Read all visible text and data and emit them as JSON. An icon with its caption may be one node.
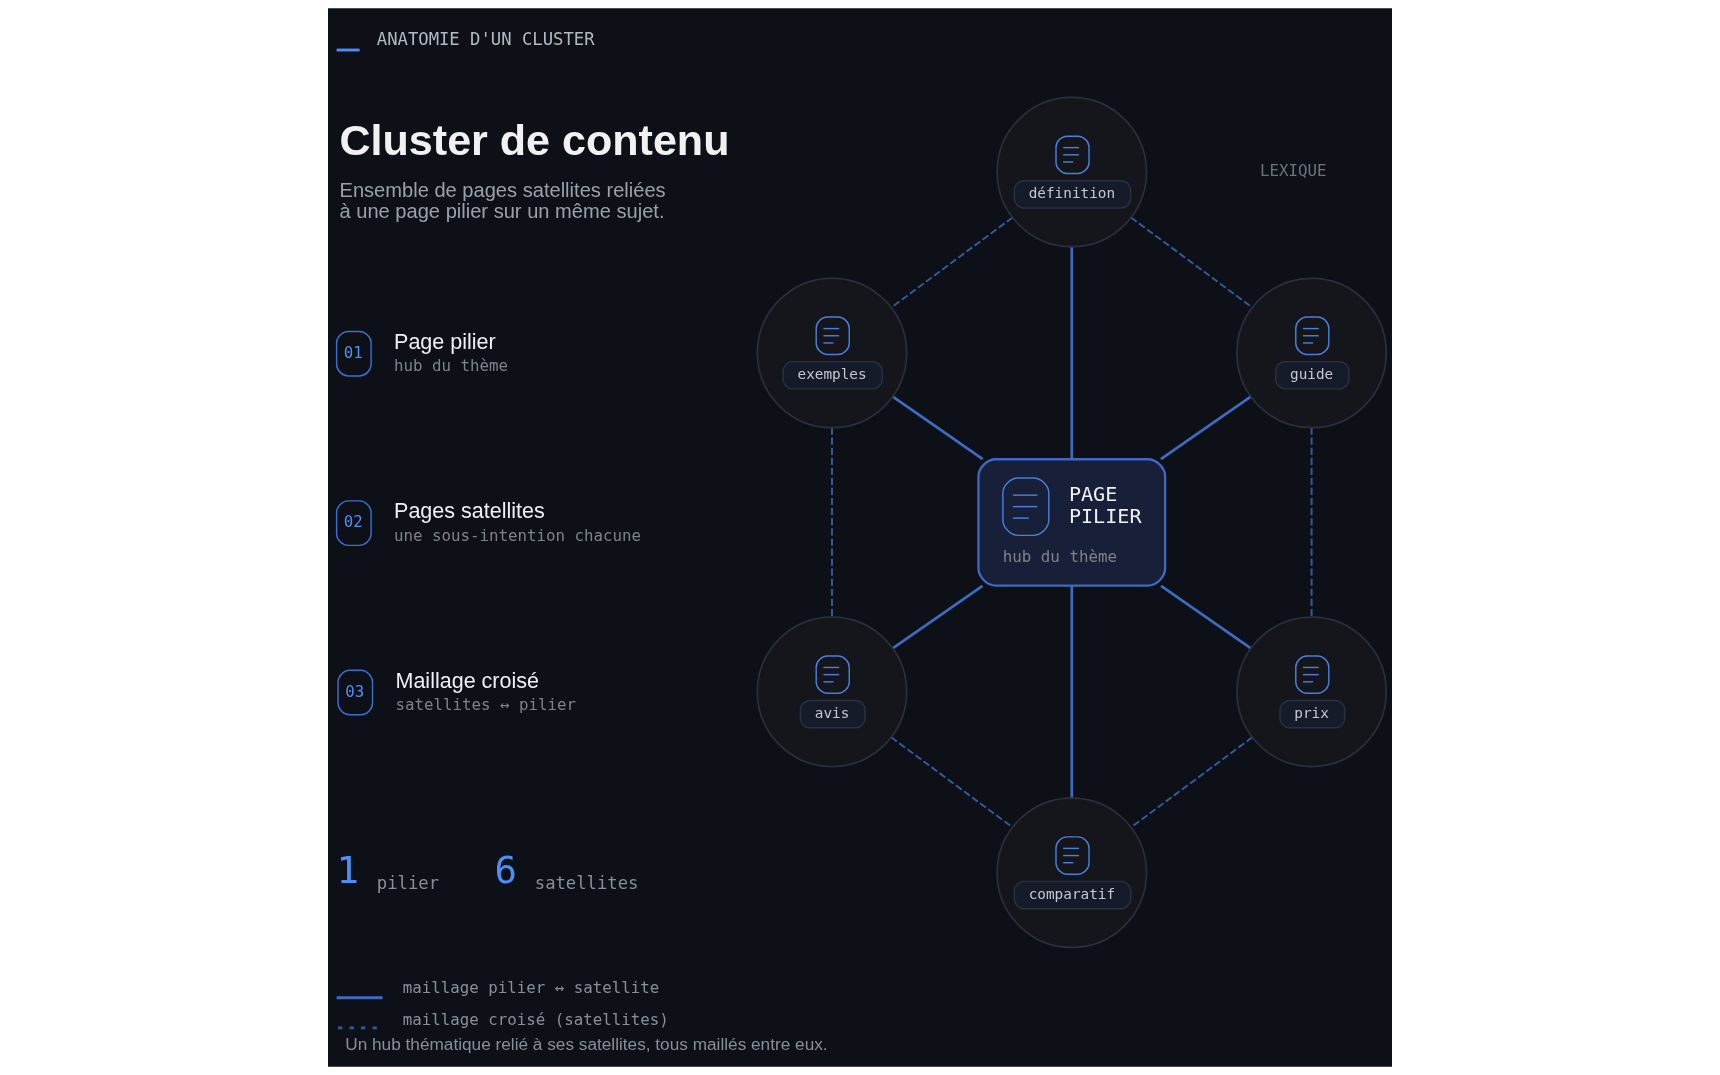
{
  "diagram": {
    "title": "Cluster de contenu",
    "caption": "Un hub thématique relié à ses satellites, tous maillés entre eux.",
    "nodes": [
      {
        "text": [
          "01"
        ],
        "beside": [
          "Page pilier",
          "hub du thème"
        ]
      },
      {
        "text": [
          "02"
        ],
        "beside": [
          "Pages satellites",
          "une sous-intention chacune"
        ]
      },
      {
        "text": [
          "03"
        ],
        "beside": [
          "Maillage croisé",
          "satellites ↔ pilier"
        ]
      },
      {
        "text": [
          "définition"
        ]
      },
      {
        "text": [
          "exemples"
        ]
      },
      {
        "text": [
          "guide"
        ]
      },
      {
        "text": [
          "PAGE PILIER",
          "hub du thème"
        ]
      },
      {
        "text": [
          "avis"
        ]
      },
      {
        "text": [
          "prix"
        ]
      },
      {
        "text": [
          "comparatif"
        ]
      }
    ],
    "edges": [
      {
        "from": 3,
        "to": 6,
        "arrow": "none"
      },
      {
        "from": 4,
        "to": 6,
        "arrow": "none"
      },
      {
        "from": 5,
        "to": 6,
        "arrow": "none"
      },
      {
        "from": 6,
        "to": 7,
        "arrow": "none"
      },
      {
        "from": 6,
        "to": 8,
        "arrow": "none"
      },
      {
        "from": 6,
        "to": 9,
        "arrow": "none"
      },
      {
        "from": 3,
        "to": 4,
        "arrow": "none",
        "style": "dashed",
        "color": "#33599a"
      },
      {
        "from": 3,
        "to": 5,
        "arrow": "none",
        "style": "dashed",
        "color": "#33599a"
      },
      {
        "from": 4,
        "to": 7,
        "arrow": "none",
        "style": "dashed",
        "color": "#33599a"
      },
      {
        "from": 5,
        "to": 8,
        "arrow": "none",
        "style": "dashed",
        "color": "#33599a"
      },
      {
        "from": 7,
        "to": 9,
        "arrow": "none",
        "style": "dashed",
        "color": "#33599a"
      },
      {
        "from": 8,
        "to": 9,
        "arrow": "none",
        "style": "dashed",
        "color": "#33599a"
      }
    ],
    "labels": [
      "ANATOMIE D'UN CLUSTER",
      "LEXIQUE",
      "Ensemble de pages satellites reliées à une page pilier sur un même sujet.",
      "1",
      "pilier",
      "6",
      "satellites"
    ],
    "legend": [
      {
        "text": "maillage pilier ↔ satellite"
      },
      {
        "text": "maillage croisé (satellites)"
      }
    ]
  }
}
